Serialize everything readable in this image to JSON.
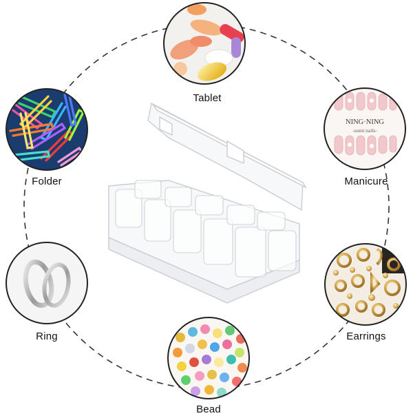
{
  "uses": [
    {
      "id": "tablet",
      "label": "Tablet"
    },
    {
      "id": "manicure",
      "label": "Manicure"
    },
    {
      "id": "earrings",
      "label": "Earrings"
    },
    {
      "id": "bead",
      "label": "Bead"
    },
    {
      "id": "ring",
      "label": "Ring"
    },
    {
      "id": "folder",
      "label": "Folder"
    }
  ],
  "manicure_brand": {
    "top": "NING·NING",
    "bottom": "-sumi nails-"
  },
  "colors": {
    "ring_line": "#333333",
    "circle_border": "#222222",
    "label": "#111111"
  }
}
